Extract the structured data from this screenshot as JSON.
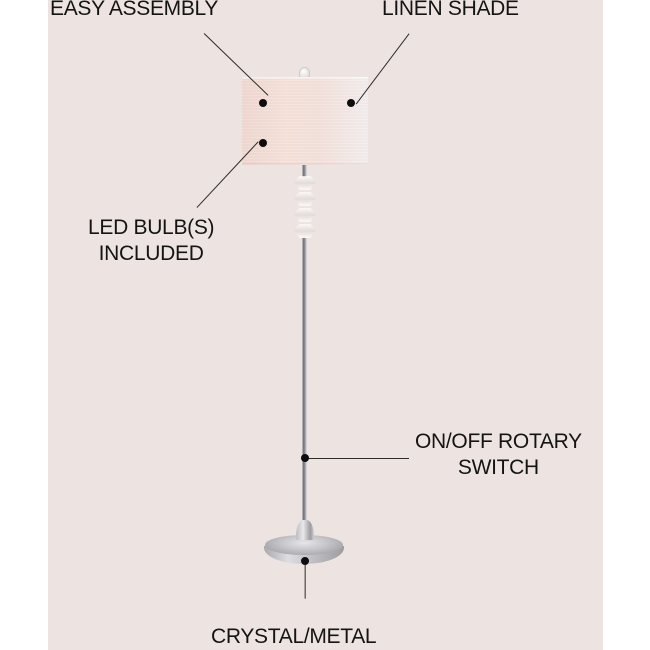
{
  "image": {
    "background_color": "#ffffff",
    "panel_color": "#ede3e1",
    "text_color": "#141414",
    "accent_dot_color": "#0d0d0d"
  },
  "product": {
    "type": "floor lamp",
    "features": [
      {
        "id": "easy-assembly",
        "lines": [
          "EASY ASSEMBLY"
        ]
      },
      {
        "id": "linen-shade",
        "lines": [
          "LINEN SHADE"
        ]
      },
      {
        "id": "led-bulbs",
        "lines": [
          "LED BULB(S)",
          "INCLUDED"
        ]
      },
      {
        "id": "rotary-switch",
        "lines": [
          "ON/OFF ROTARY",
          "SWITCH"
        ]
      },
      {
        "id": "material",
        "lines": [
          "CRYSTAL/METAL"
        ]
      }
    ]
  }
}
